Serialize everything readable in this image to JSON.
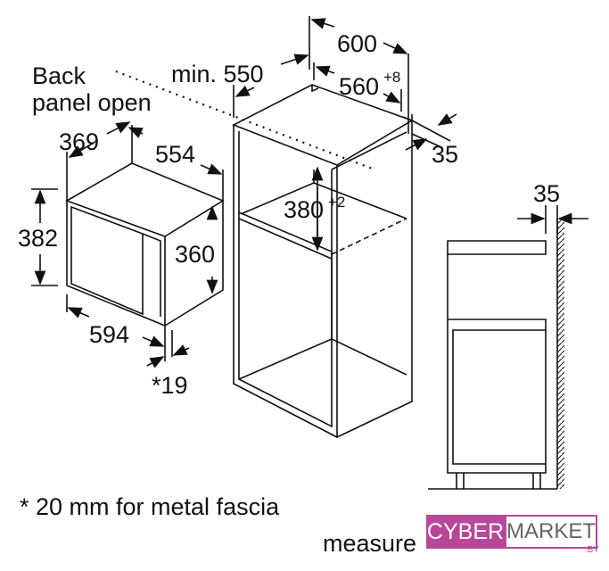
{
  "dimensions": {
    "cabinet_width": "600",
    "cabinet_min_depth": "min. 550",
    "niche_width": "560",
    "niche_width_tol": "+8",
    "side_offset": "35",
    "niche_height": "380",
    "niche_height_tol": "+2",
    "appliance_depth": "369",
    "appliance_width_top": "554",
    "appliance_height": "382",
    "appliance_inner_height": "360",
    "appliance_front_width": "594",
    "fascia_depth": "*19",
    "wall_gap": "35"
  },
  "labels": {
    "back_panel_line1": "Back",
    "back_panel_line2": "panel open",
    "footnote": "* 20 mm for metal fascia",
    "measure": "measure"
  },
  "watermark": {
    "part1": "CYBER",
    "part2": "MARKET",
    "suffix": ".BY"
  }
}
